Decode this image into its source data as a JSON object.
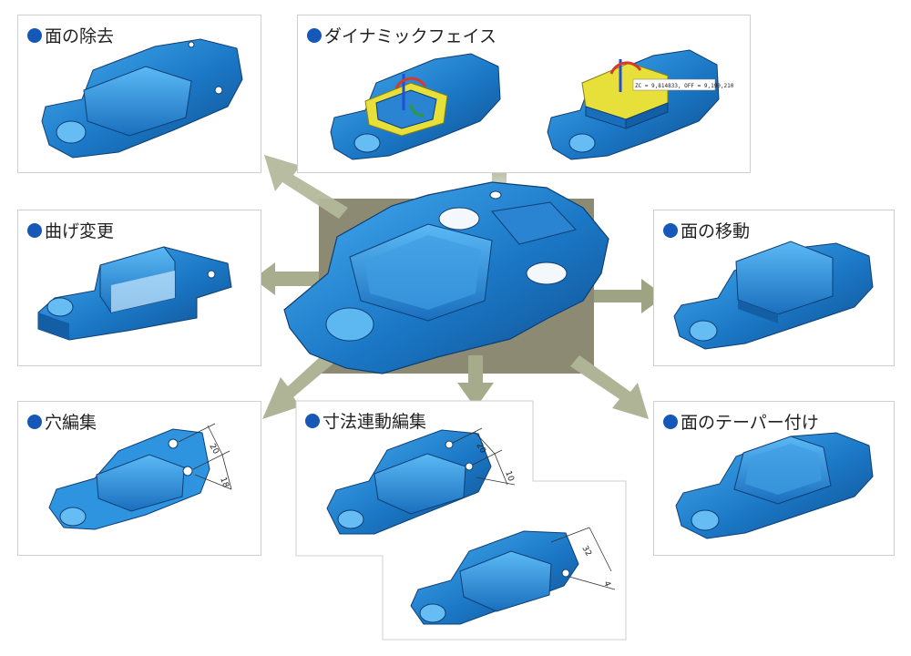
{
  "colors": {
    "part_blue": "#1b78c6",
    "part_blue_light": "#3aa0ea",
    "part_blue_dark": "#0f4e8e",
    "bullet": "#1558b8",
    "arrow": "#b8bca2",
    "center_box": "#8c8a72",
    "highlight_face": "#e8e03a"
  },
  "panels": {
    "face_removal": {
      "title": "面の除去",
      "icon": "blue-dot-bullet"
    },
    "dynamic_face": {
      "title": "ダイナミックフェイス",
      "icon": "blue-dot-bullet"
    },
    "bend_change": {
      "title": "曲げ変更",
      "icon": "blue-dot-bullet"
    },
    "face_move": {
      "title": "面の移動",
      "icon": "blue-dot-bullet"
    },
    "hole_edit": {
      "title": "穴編集",
      "icon": "blue-dot-bullet"
    },
    "dimension_edit": {
      "title": "寸法連動編集",
      "icon": "blue-dot-bullet"
    },
    "face_taper": {
      "title": "面のテーパー付け",
      "icon": "blue-dot-bullet"
    }
  },
  "dimensions": {
    "hole_edit_a": "20",
    "hole_edit_b": "18",
    "dimension_edit_a": "20",
    "dimension_edit_b": "10",
    "dimension_edit_c": "32",
    "dimension_edit_d": "4"
  },
  "dynamic_face_readout": "ZC = 9,814833, OFF = 9,190,210"
}
